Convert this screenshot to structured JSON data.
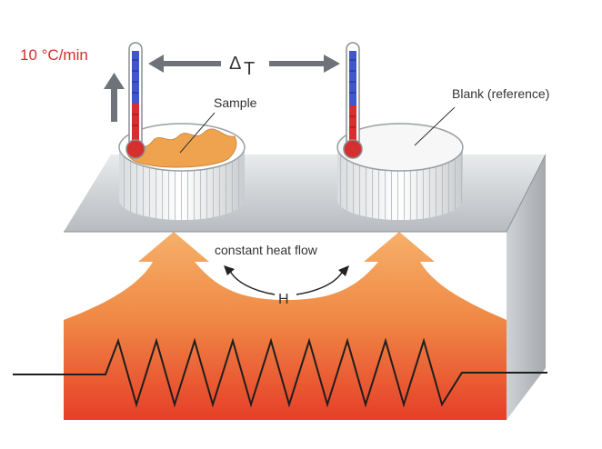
{
  "labels": {
    "heating_rate": "10 °C/min",
    "delta": "Δ",
    "delta_sub": "T",
    "sample": "Sample",
    "blank": "Blank (reference)",
    "heat_flow": "constant heat flow",
    "h": "H"
  },
  "colors": {
    "rate_text": "#d0312d",
    "arrow_gray": "#6d7378",
    "orange": "#f2a55a",
    "heater_red": "#e8462c",
    "thermo_blue": "#3f57c8",
    "thermo_red": "#d5302f"
  }
}
